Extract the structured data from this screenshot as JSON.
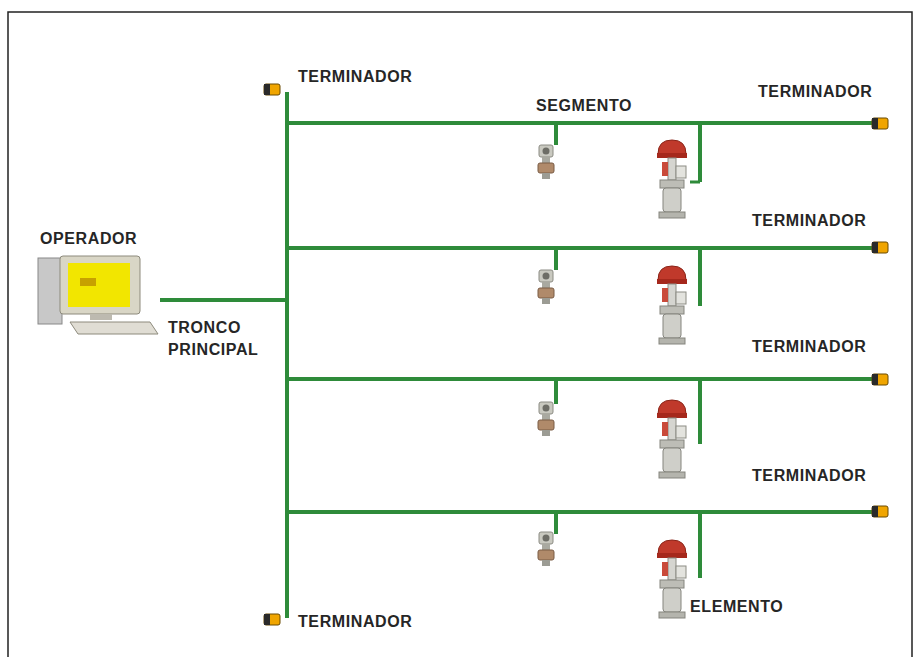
{
  "diagram": {
    "labels": [
      "TERMINADOR",
      "TERMINADOR",
      "SEGMENTO",
      "TERMINADOR",
      "OPERADOR",
      "TRONCO PRINCIPAL",
      "TERMINADOR",
      "TERMINADOR",
      "ELEMENTO",
      "TERMINADOR"
    ]
  }
}
